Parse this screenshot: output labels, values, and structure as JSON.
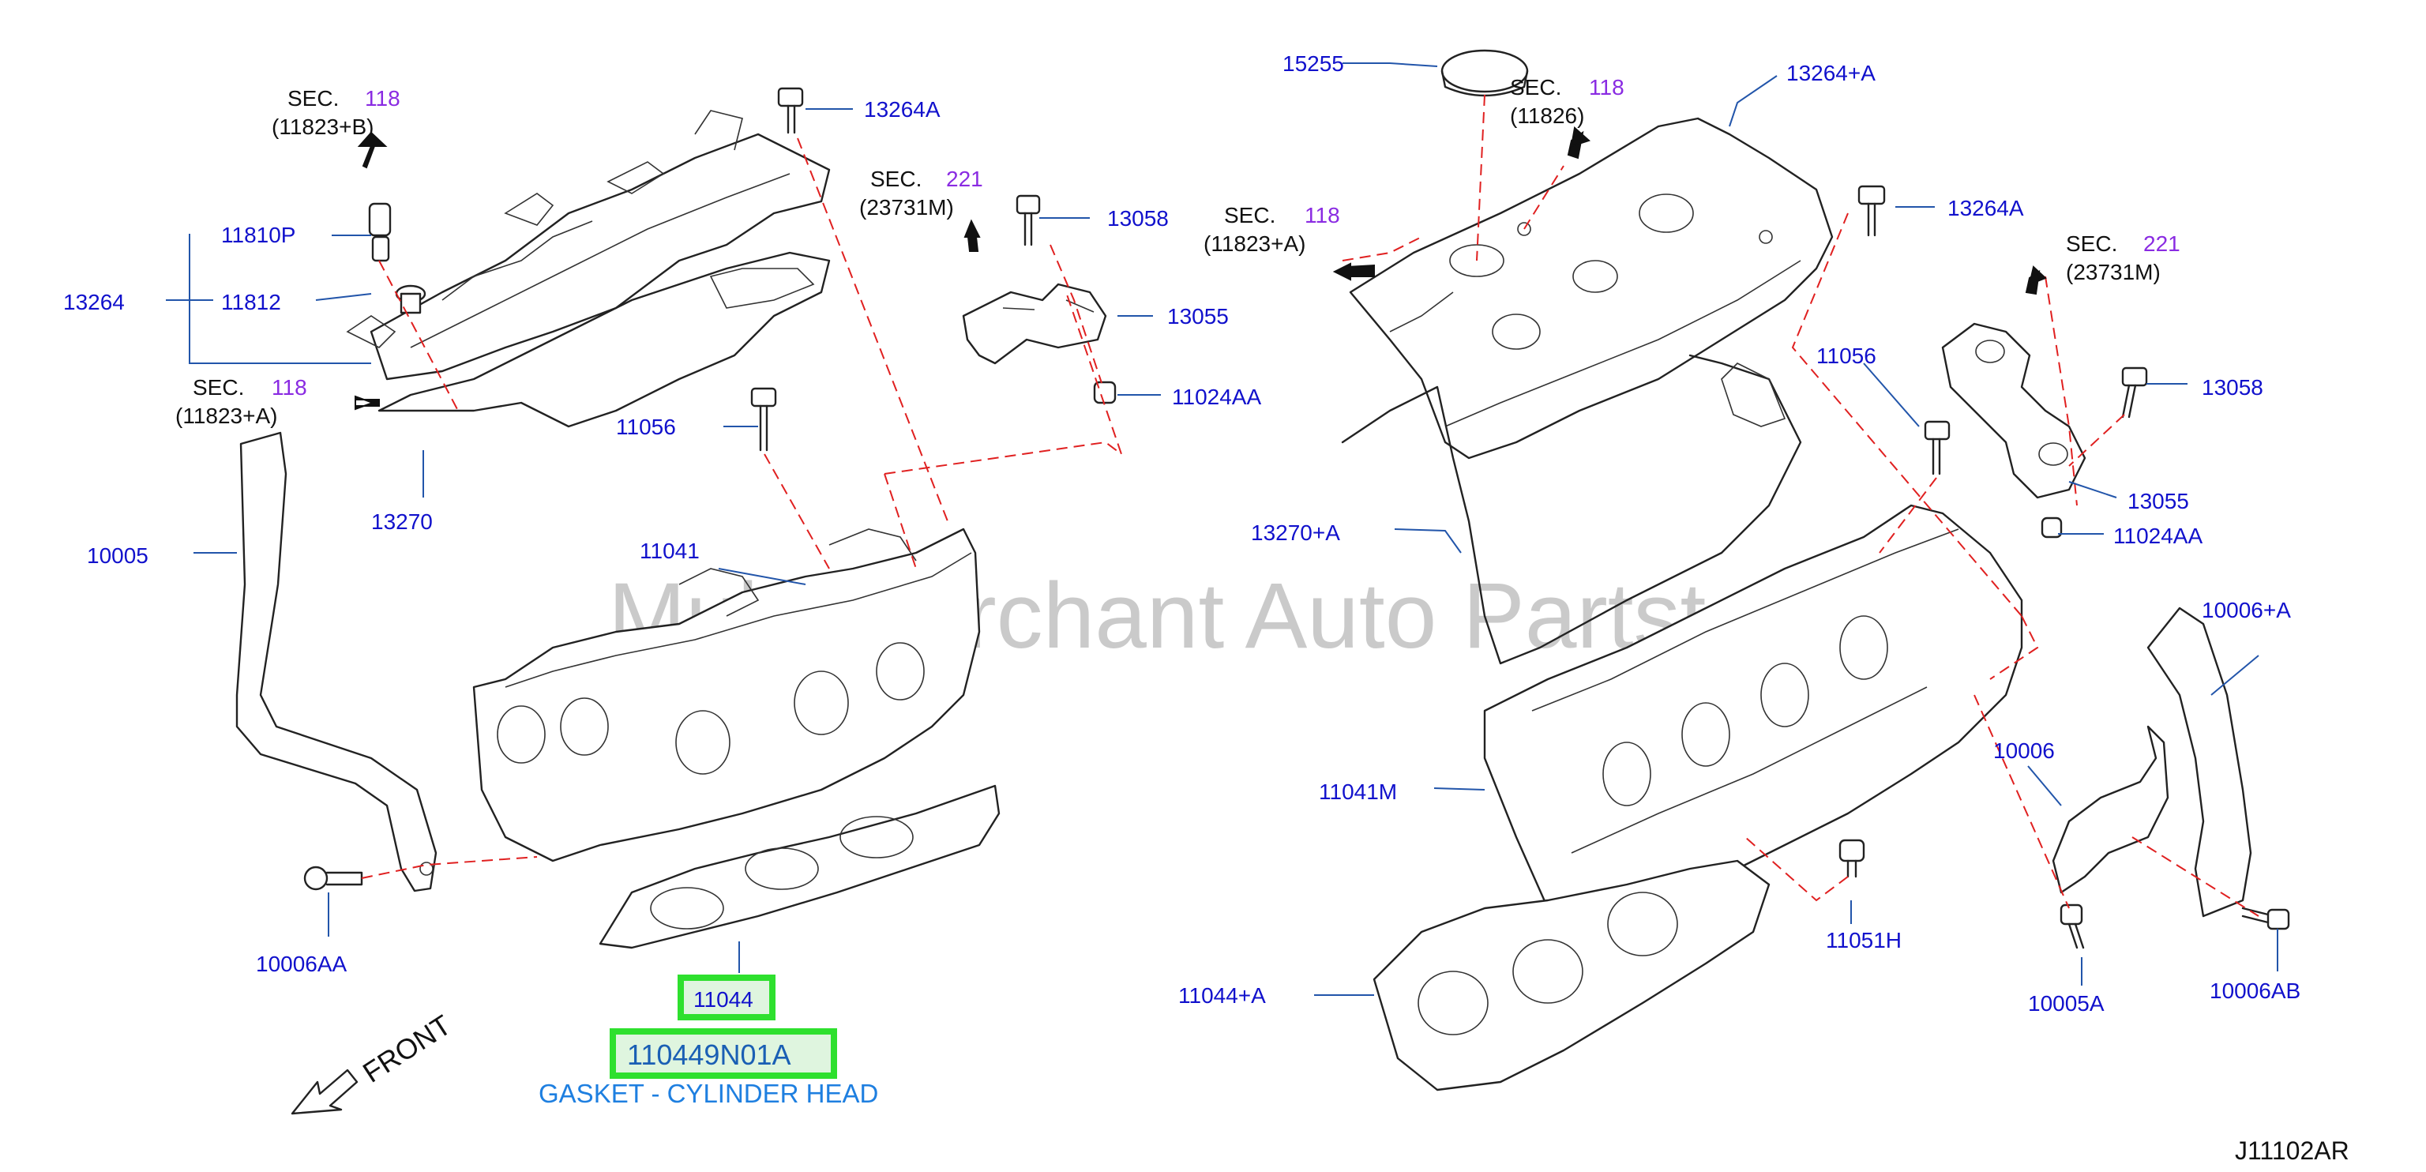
{
  "labels": {
    "l13264A": "13264A",
    "l11810P": "11810P",
    "l11812": "11812",
    "l13264": "13264",
    "l13270": "13270",
    "l10005": "10005",
    "l10006AA": "10006AA",
    "l11041": "11041",
    "l11056_left": "11056",
    "l13058_left": "13058",
    "l13055_left": "13055",
    "l11024AA_left": "11024AA",
    "l15255": "15255",
    "l13264pA": "13264+A",
    "l13264A_right": "13264A",
    "l11056_right": "11056",
    "l13058_right": "13058",
    "l13055_right": "13055",
    "l11024AA_right": "11024AA",
    "l13270pA": "13270+A",
    "l10006pA": "10006+A",
    "l10006": "10006",
    "l11041M": "11041M",
    "l11051H": "11051H",
    "l10005A": "10005A",
    "l10006AB": "10006AB",
    "l11044pA": "11044+A"
  },
  "sections": [
    {
      "prefix": "SEC.",
      "num": "118",
      "ref": "(11823+B)"
    },
    {
      "prefix": "SEC.",
      "num": "118",
      "ref": "(11823+A)"
    },
    {
      "prefix": "SEC.",
      "num": "221",
      "ref": "(23731M)"
    },
    {
      "prefix": "SEC.",
      "num": "118",
      "ref": "(11826)"
    },
    {
      "prefix": "SEC.",
      "num": "118",
      "ref": "(11823+A)"
    },
    {
      "prefix": "SEC.",
      "num": "221",
      "ref": "(23731M)"
    }
  ],
  "highlight": {
    "part_number": "11044",
    "oem_number": "110449N01A",
    "description": "GASKET - CYLINDER HEAD"
  },
  "front_label": "FRONT",
  "diagram_code": "J11102AR",
  "watermark": "Multi-Merchant Auto Partstore",
  "colors": {
    "label_blue": "#1111cc",
    "section_purple": "#8a2be2",
    "leader_dash_red": "#e02020",
    "highlight_green": "#2ee02e",
    "description_blue": "#1e7fe0"
  }
}
